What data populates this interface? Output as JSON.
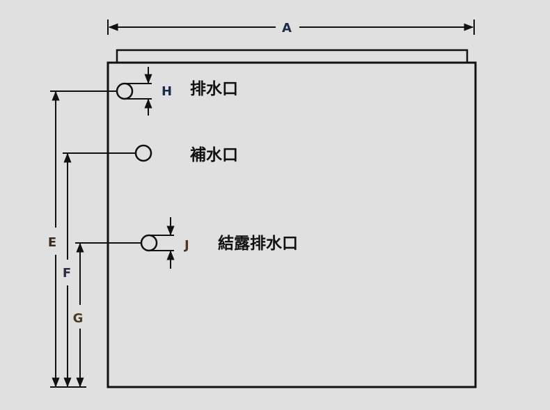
{
  "diagram": {
    "dimension_labels": {
      "a": "A",
      "e": "E",
      "f": "F",
      "g": "G",
      "h": "H",
      "j": "J"
    },
    "port_labels": {
      "drain": "排水口",
      "supply": "補水口",
      "condensate_drain": "結露排水口"
    },
    "colors": {
      "background": "#e0e0e0",
      "line": "#111111",
      "dim_text_a": "#1e2a4a",
      "dim_text_h": "#1e2a4a",
      "dim_text_j": "#4a3a1e",
      "dim_text_e": "#3a2a1e",
      "dim_text_f": "#2a2a40",
      "dim_text_g": "#4a3a1e"
    }
  }
}
